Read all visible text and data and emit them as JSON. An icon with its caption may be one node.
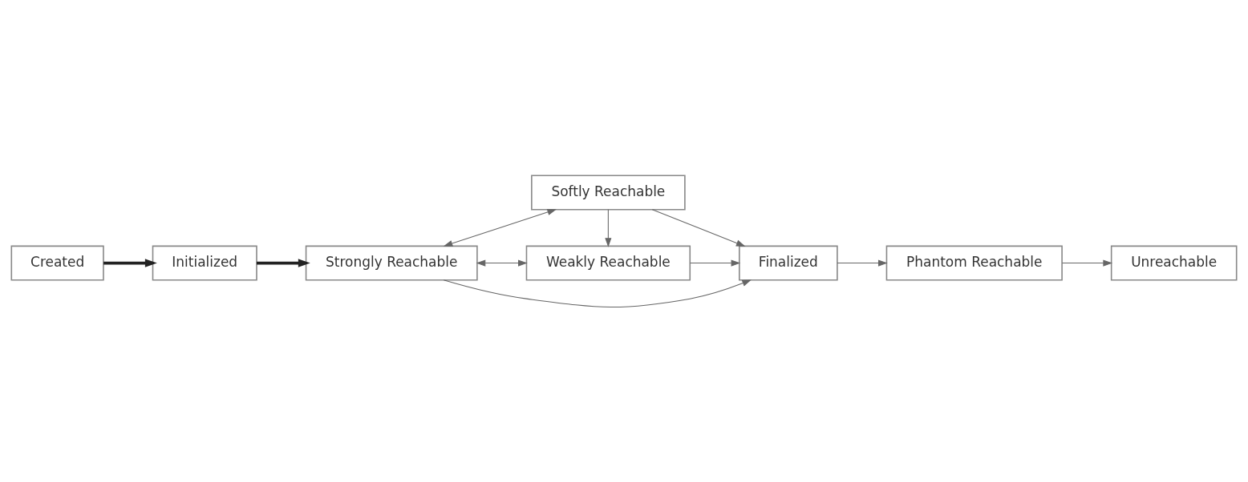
{
  "diagram": {
    "nodes": [
      {
        "text": [
          "Created"
        ]
      },
      {
        "text": [
          "Initialized"
        ]
      },
      {
        "text": [
          "Strongly Reachable"
        ]
      },
      {
        "text": [
          "Softly Reachable"
        ]
      },
      {
        "text": [
          "Weakly Reachable"
        ]
      },
      {
        "text": [
          "Finalized"
        ]
      },
      {
        "text": [
          "Phantom Reachable"
        ]
      },
      {
        "text": [
          "Unreachable"
        ]
      }
    ],
    "edges": [
      {
        "from": 0,
        "to": 1,
        "arrow": "to",
        "style": "thick"
      },
      {
        "from": 1,
        "to": 2,
        "arrow": "to",
        "style": "thick"
      },
      {
        "from": 2,
        "to": 3,
        "arrow": "both"
      },
      {
        "from": 2,
        "to": 4,
        "arrow": "both"
      },
      {
        "from": 3,
        "to": 4,
        "arrow": "to"
      },
      {
        "from": 3,
        "to": 5,
        "arrow": "to"
      },
      {
        "from": 2,
        "to": 5,
        "arrow": "to"
      },
      {
        "from": 4,
        "to": 5,
        "arrow": "to"
      },
      {
        "from": 5,
        "to": 6,
        "arrow": "to"
      },
      {
        "from": 6,
        "to": 7,
        "arrow": "to"
      }
    ]
  }
}
